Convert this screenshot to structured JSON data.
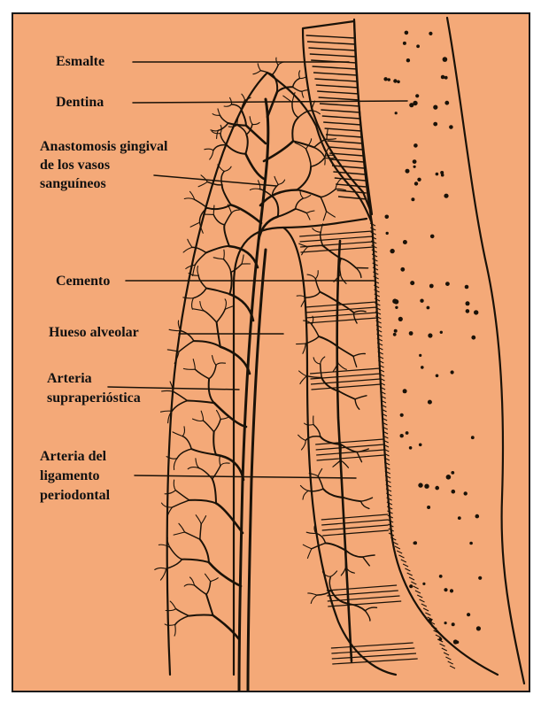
{
  "figure": {
    "labels": {
      "enamel": "Esmalte",
      "dentin": "Dentina",
      "gingival_anastomosis": [
        "Anastomosis gingival",
        "de los vasos",
        "sanguíneos"
      ],
      "cementum": "Cemento",
      "alveolar_bone": "Hueso alveolar",
      "supraperiosteal_artery": [
        "Arteria",
        "supraperióstica"
      ],
      "pdl_artery": [
        "Arteria del",
        "ligamento",
        "periodontal"
      ]
    },
    "colors": {
      "background": "#F4A978",
      "ink": "#1a1208",
      "frame": "#1a1a1a"
    }
  }
}
